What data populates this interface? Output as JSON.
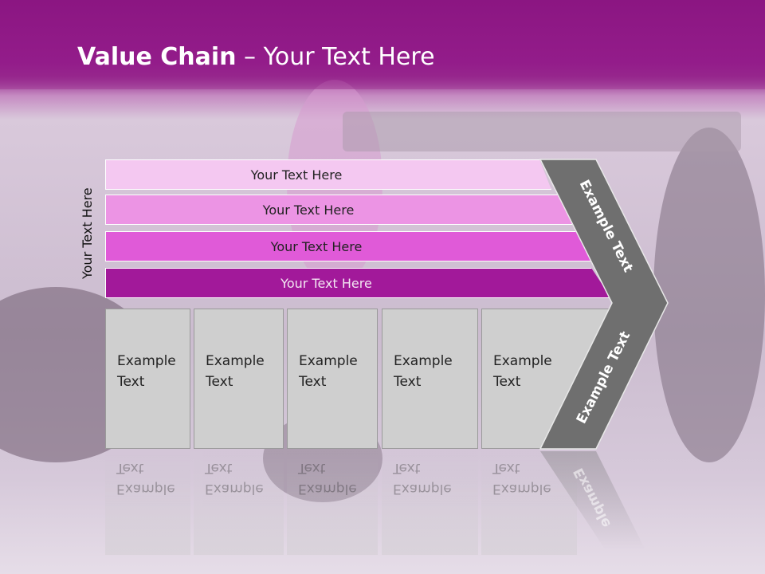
{
  "header": {
    "title_bold": "Value Chain",
    "title_rest": " – Your Text Here"
  },
  "side_label": "Your Text Here",
  "bars": [
    {
      "label": "Your Text Here"
    },
    {
      "label": "Your Text Here"
    },
    {
      "label": "Your Text Here"
    },
    {
      "label": "Your Text Here"
    }
  ],
  "boxes": [
    {
      "line1": "Example",
      "line2": "Text"
    },
    {
      "line1": "Example",
      "line2": "Text"
    },
    {
      "line1": "Example",
      "line2": "Text"
    },
    {
      "line1": "Example",
      "line2": "Text"
    },
    {
      "line1": "Example",
      "line2": "Text"
    }
  ],
  "chevron": {
    "upper_text": "Example Text",
    "lower_text": "Example Text",
    "reflection_text": "Example"
  },
  "colors": {
    "header": "#8e1a84",
    "bar1": "#f4c8f1",
    "bar2": "#ec94e4",
    "bar3": "#e05ad8",
    "bar4": "#a2199a",
    "box": "#cfcfcf",
    "chevron": "#6f6f6f"
  }
}
